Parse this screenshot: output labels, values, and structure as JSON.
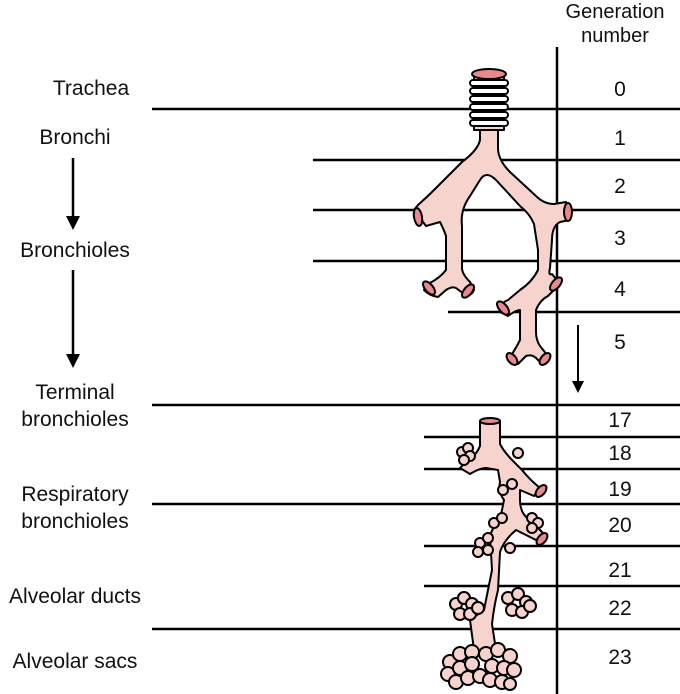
{
  "header": {
    "line1": "Generation",
    "line2": "number"
  },
  "levels": [
    {
      "name": "Trachea"
    },
    {
      "name": "Bronchi"
    },
    {
      "name": "Bronchioles"
    },
    {
      "name_line1": "Terminal",
      "name_line2": "bronchioles"
    },
    {
      "name_line1": "Respiratory",
      "name_line2": "bronchioles"
    },
    {
      "name": "Alveolar ducts"
    },
    {
      "name": "Alveolar sacs"
    }
  ],
  "generations": [
    "0",
    "1",
    "2",
    "3",
    "4",
    "5",
    "17",
    "18",
    "19",
    "20",
    "21",
    "22",
    "23"
  ],
  "colors": {
    "airway": "#f6d3cc",
    "airway_opening": "#e88a8d",
    "ring": "#ffffff",
    "line": "#000000"
  },
  "icons": [
    "down-arrow-icon"
  ]
}
